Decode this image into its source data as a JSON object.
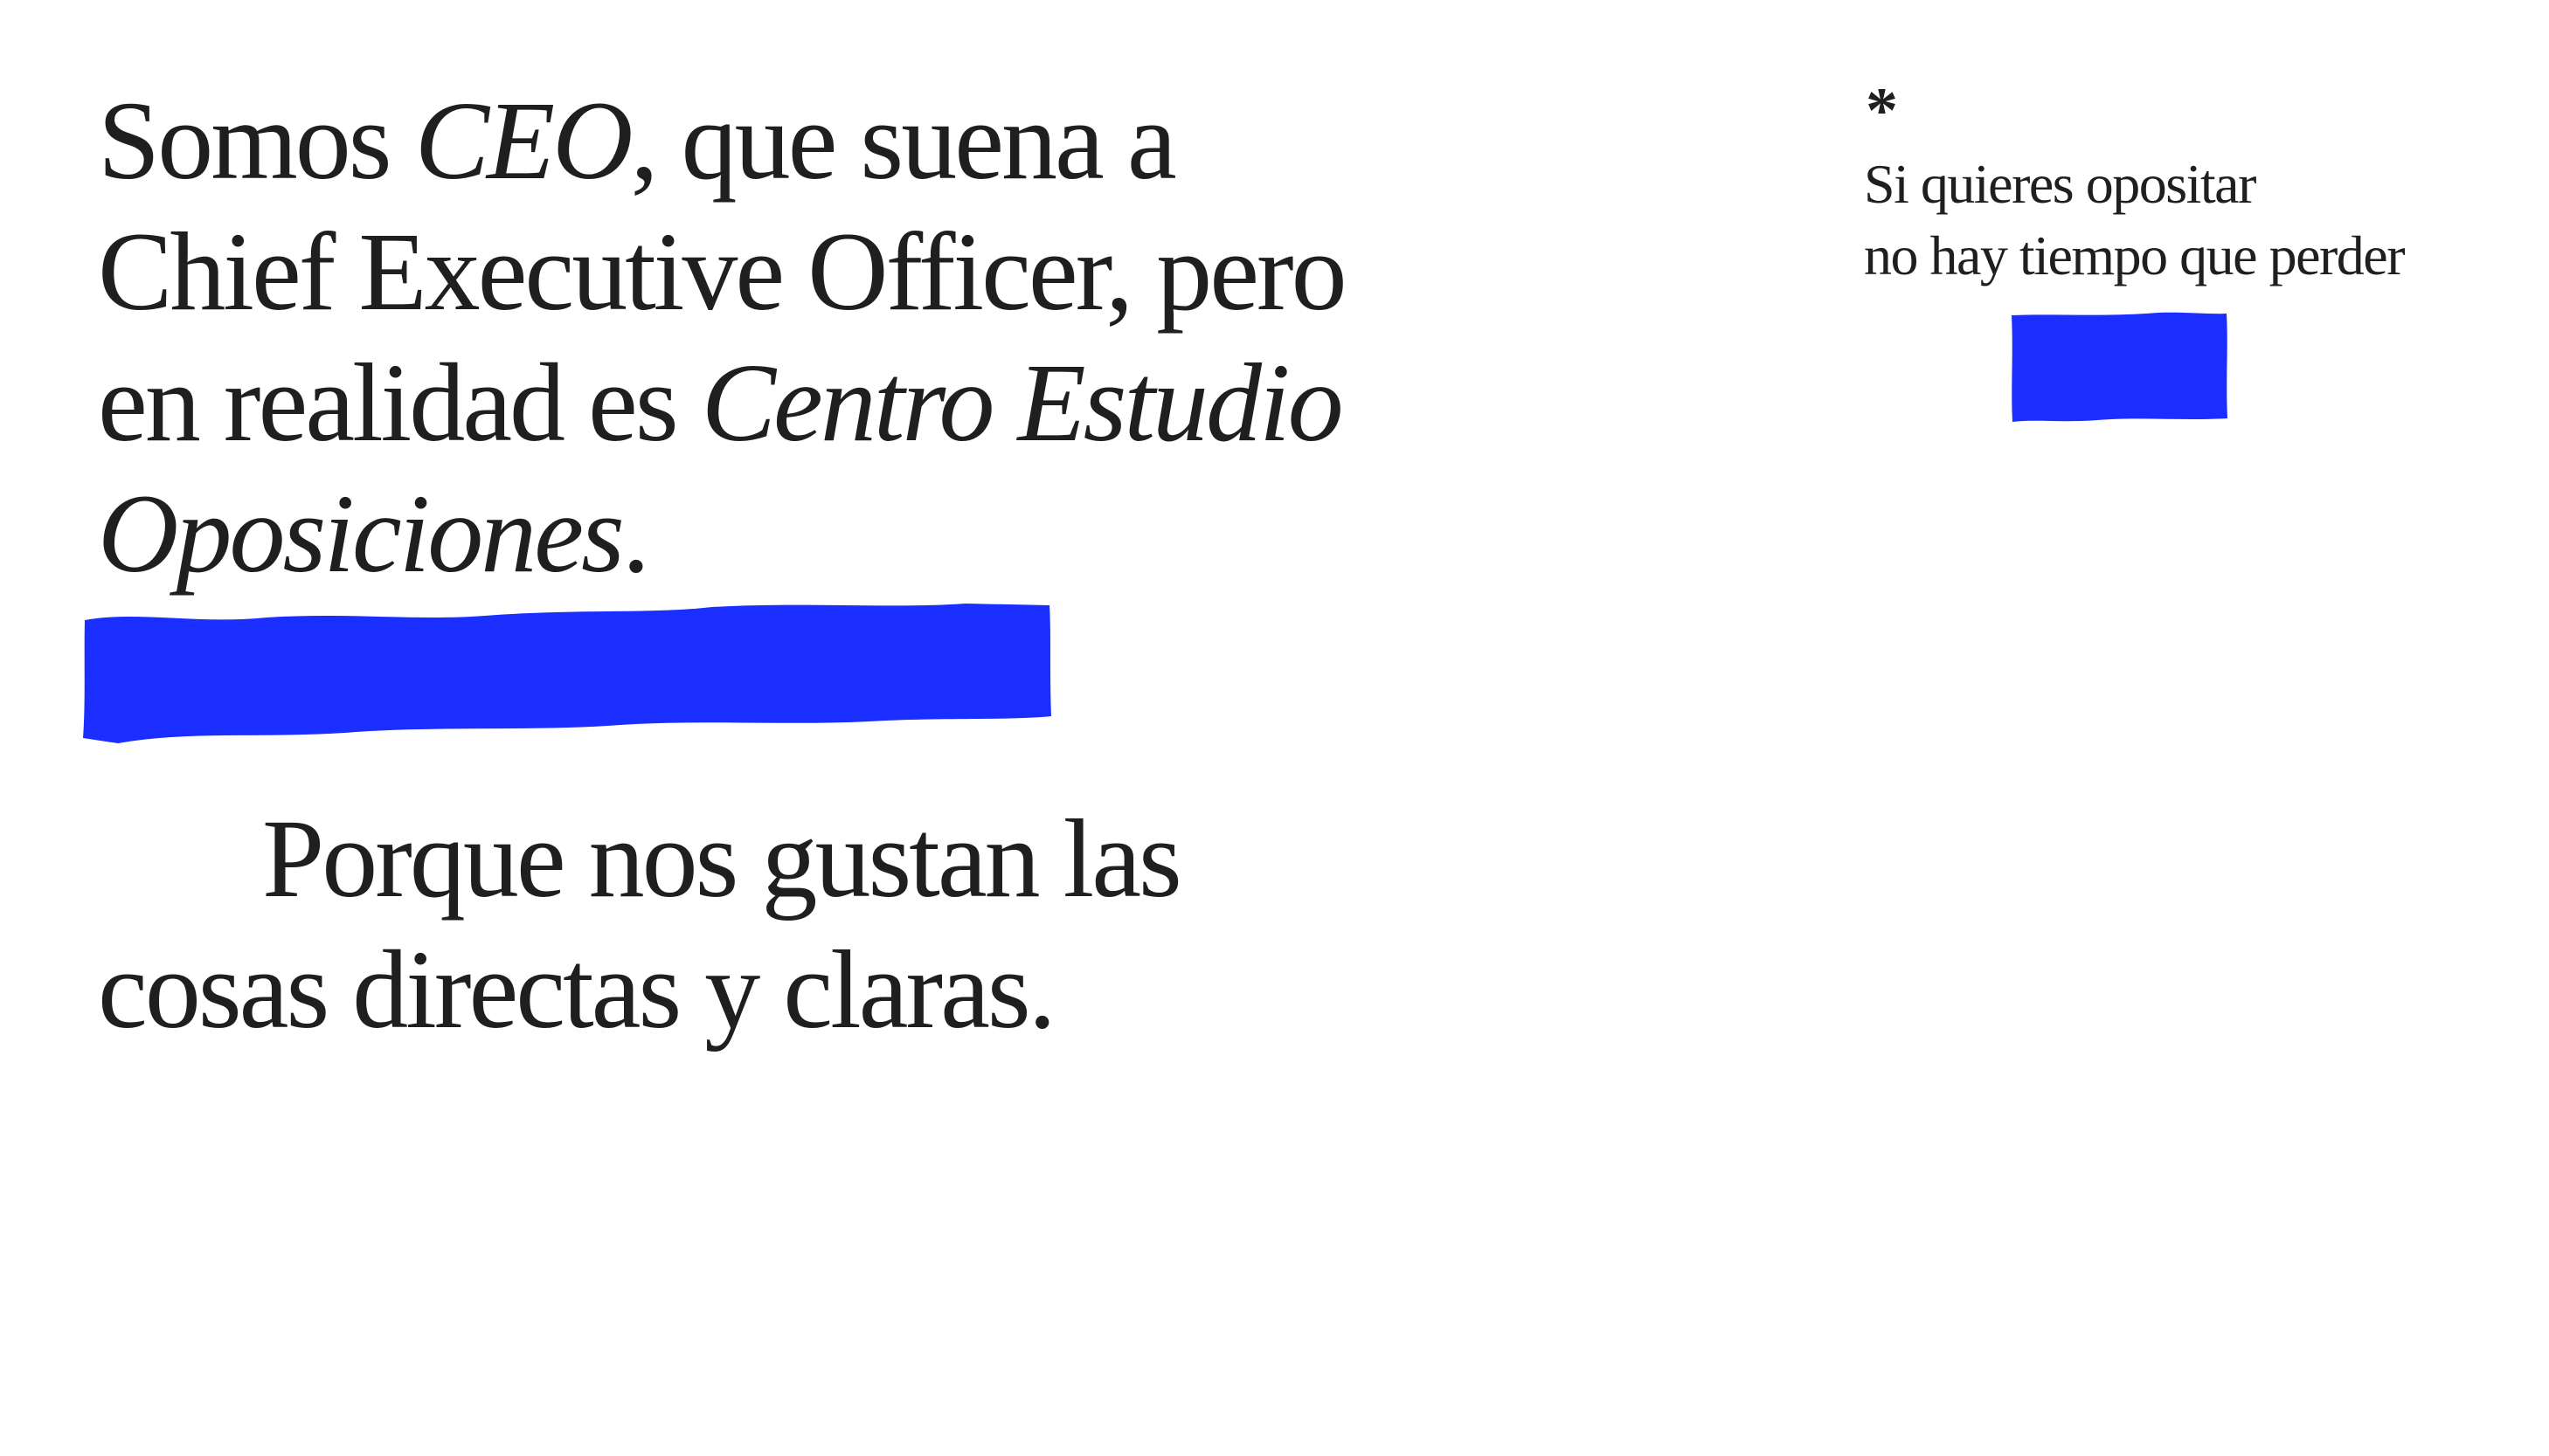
{
  "headline": {
    "part1": "Somos ",
    "italic1": "CEO",
    "part2": ", que suena a Chief Executive Officer, pero en realidad es ",
    "italic2": "Centro Estudio Oposiciones",
    "part3": "."
  },
  "subline": {
    "text": "Porque nos gustan las cosas directas y claras."
  },
  "aside": {
    "asterisk": "*",
    "line1": "Si quieres opositar",
    "line2": "no hay tiempo que perder"
  },
  "colors": {
    "accent_blue": "#1a2eff",
    "text": "#1f1f1f",
    "background": "#ffffff"
  }
}
